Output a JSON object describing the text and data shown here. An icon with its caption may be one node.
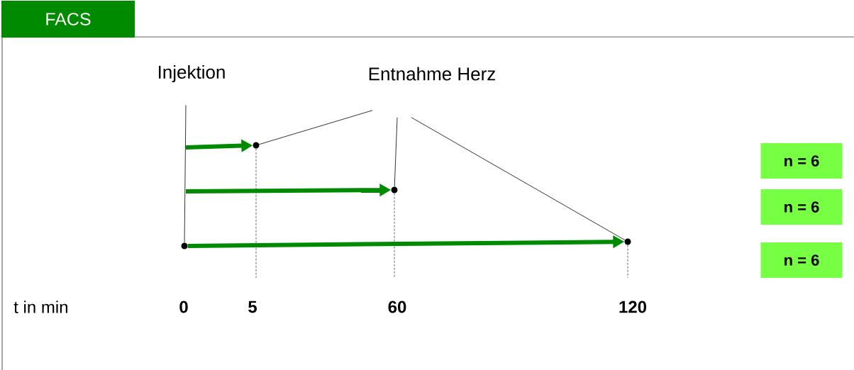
{
  "diagram": {
    "nodes": [
      {
        "text": [
          "FACS"
        ]
      },
      {
        "text": [
          "Injektion"
        ]
      },
      {
        "text": [
          "Entnahme Herz"
        ]
      },
      {
        "text": [],
        "shape": "circle"
      },
      {
        "text": [],
        "shape": "circle"
      },
      {
        "text": [],
        "shape": "circle"
      },
      {
        "text": [],
        "shape": "circle"
      },
      {
        "text": [
          "n = 6"
        ]
      },
      {
        "text": [
          "n = 6"
        ]
      },
      {
        "text": [
          "n = 6"
        ]
      }
    ],
    "edges": [
      {
        "from": 1,
        "to": 3,
        "arrow": "none"
      },
      {
        "from": 2,
        "to": 4,
        "arrow": "none"
      },
      {
        "from": 2,
        "to": 5,
        "arrow": "none"
      },
      {
        "from": 2,
        "to": 6,
        "arrow": "none"
      },
      {
        "from": null,
        "to": 4,
        "arrow": "to",
        "style": "thick",
        "color": "#008a00"
      },
      {
        "from": null,
        "to": 5,
        "arrow": "to",
        "style": "thick",
        "color": "#008a00"
      },
      {
        "from": 3,
        "to": 6,
        "arrow": "to",
        "style": "thick",
        "color": "#008a00"
      }
    ],
    "labels": [
      "t in min",
      "0",
      "5",
      "60",
      "120"
    ]
  }
}
